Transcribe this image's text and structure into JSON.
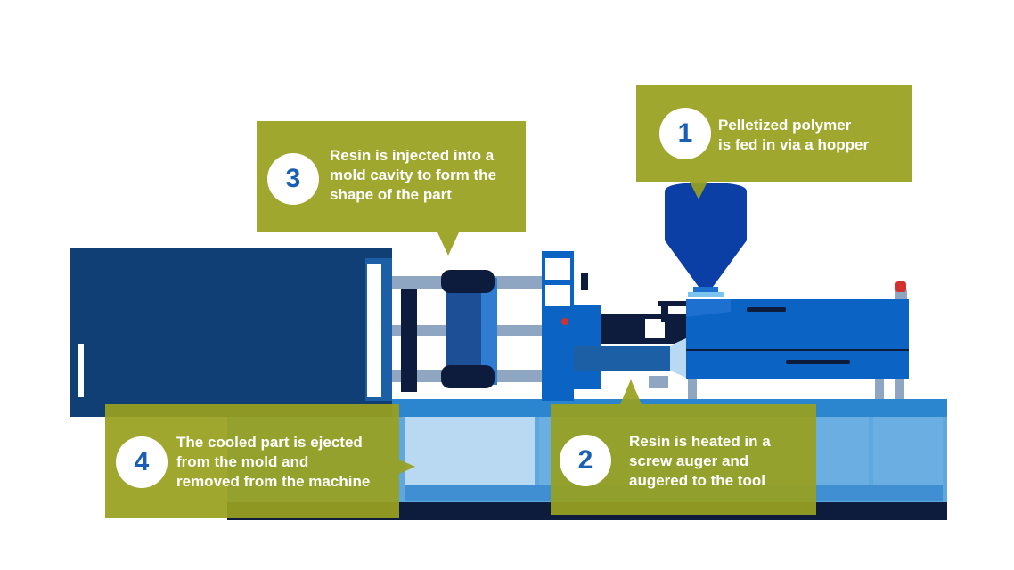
{
  "colors": {
    "callout": "#98a01f",
    "number": "#1a5fb4",
    "machine_dark": "#0f3f74",
    "machine_blue": "#0b63c4",
    "machine_light": "#5fa8df",
    "base_dark": "#0d1b3d"
  },
  "steps": [
    {
      "number": "1",
      "text": "Pelletized polymer\nis fed in via a hopper"
    },
    {
      "number": "2",
      "text": "Resin is heated in a\nscrew auger and\naugered to the tool"
    },
    {
      "number": "3",
      "text": "Resin is injected into a\nmold cavity to form the\nshape of the part"
    },
    {
      "number": "4",
      "text": "The cooled part is ejected\nfrom the mold and\nremoved from the machine"
    }
  ]
}
